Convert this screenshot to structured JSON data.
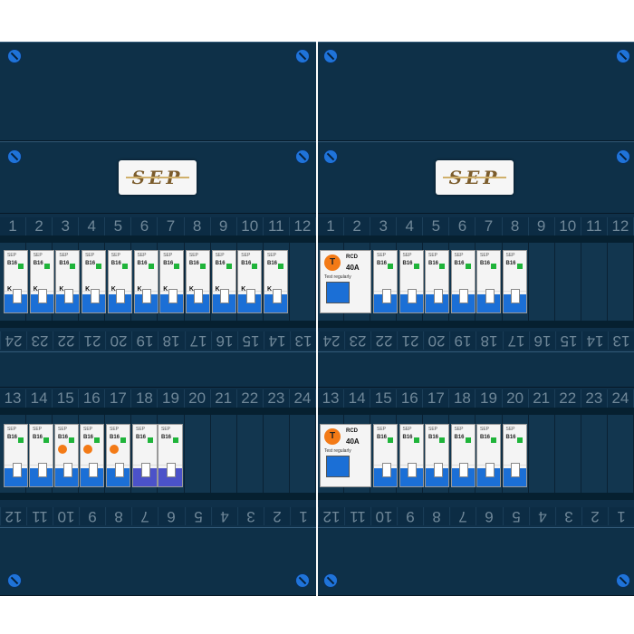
{
  "brand": {
    "logo_text": "SEP"
  },
  "number_labels": [
    "1",
    "2",
    "3",
    "4",
    "5",
    "6",
    "7",
    "8",
    "9",
    "10",
    "11",
    "12"
  ],
  "number_labels_lower": [
    "13",
    "14",
    "15",
    "16",
    "17",
    "18",
    "19",
    "20",
    "21",
    "22",
    "23",
    "24"
  ],
  "device_text": {
    "rating": "B16",
    "rcd_title": "RCD",
    "rcd_amp": "40A",
    "rcd_badge": "T",
    "test_label": "Test regularly",
    "k_mark": "K",
    "brand_small": "SEP"
  },
  "colors": {
    "enclosure": "#0f3049",
    "breaker_lever": "#1b6fd6",
    "status_green": "#1fb43a",
    "rcd_orange": "#f37a16",
    "screw": "#1f73d9"
  },
  "icons": [
    "screw-icon",
    "sep-logo"
  ]
}
